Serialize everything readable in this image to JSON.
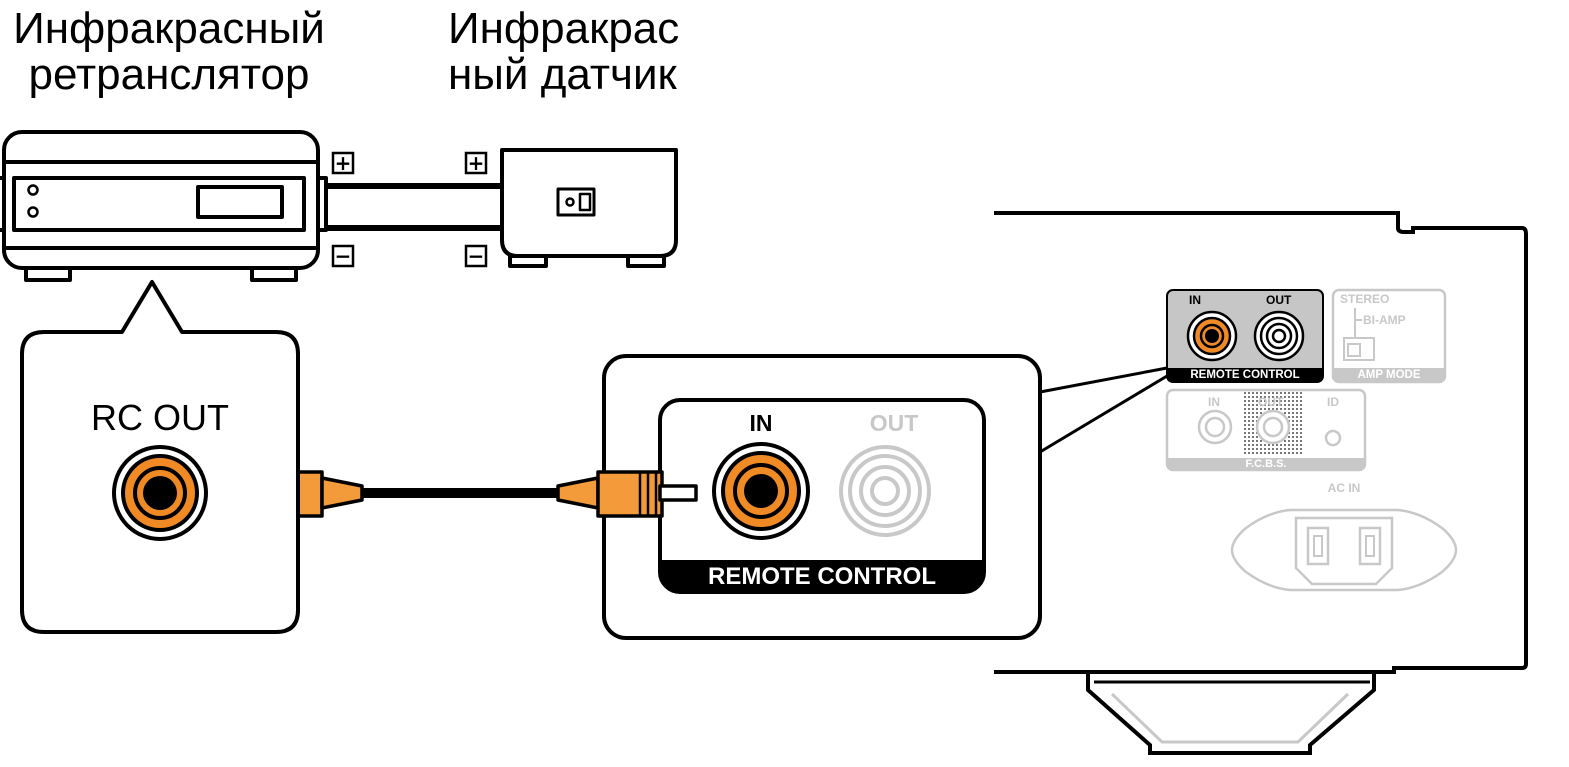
{
  "labels": {
    "repeater": [
      "Инфракрасный",
      "ретранслятор"
    ],
    "sensor": [
      "Инфракрас",
      "ный датчик"
    ],
    "rc_out": "RC OUT",
    "plus": "+",
    "minus": "−"
  },
  "zoom_panel": {
    "in_label": "IN",
    "out_label": "OUT",
    "group_label": "REMOTE CONTROL"
  },
  "rear_panel": {
    "rc_in": "IN",
    "rc_out": "OUT",
    "rc_group": "REMOTE CONTROL",
    "stereo": "STEREO",
    "bi_amp": "BI-AMP",
    "amp_mode": "AMP MODE",
    "fcbs_in": "IN",
    "fcbs_out": "OUT",
    "fcbs_id": "ID",
    "fcbs_group": "F.C.B.S.",
    "ac_in": "AC IN"
  },
  "colors": {
    "jack_orange": "#f08a24",
    "plug_orange": "#f39a3a",
    "inactive_gray": "#c8c8c8",
    "line": "#000000"
  }
}
